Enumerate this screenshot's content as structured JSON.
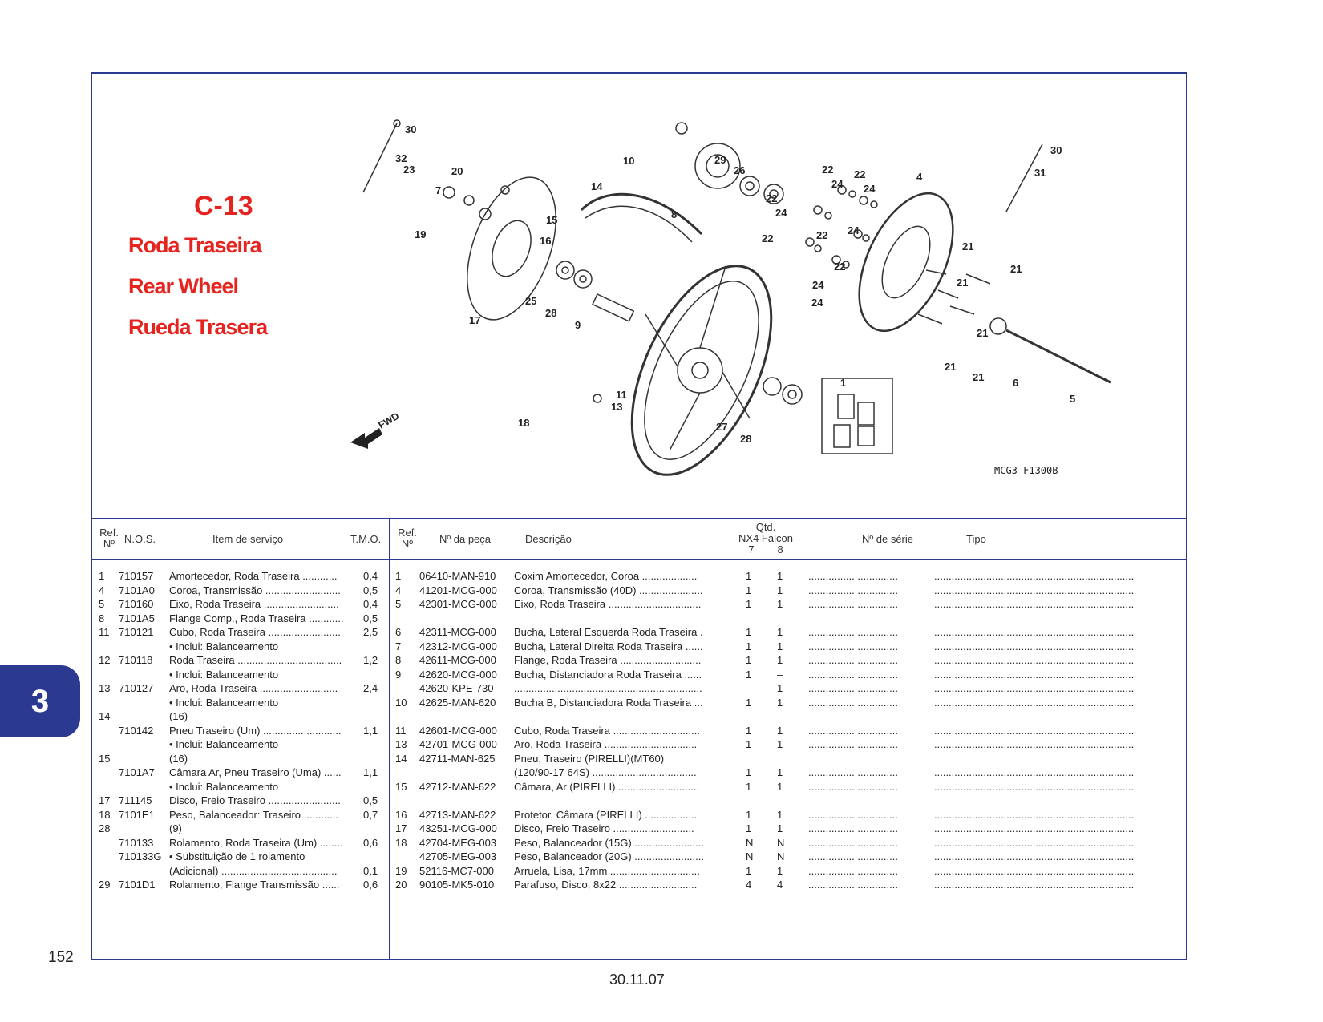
{
  "section": {
    "code": "C-13",
    "title_pt": "Roda Traseira",
    "title_en": "Rear Wheel",
    "title_es": "Rueda Trasera"
  },
  "diagram": {
    "code": "MCG3—F1300B",
    "fwd_label": "FWD",
    "callouts": [
      "30",
      "32",
      "23",
      "20",
      "7",
      "19",
      "17",
      "14",
      "15",
      "16",
      "10",
      "8",
      "29",
      "26",
      "25",
      "28",
      "9",
      "11",
      "13",
      "18",
      "27",
      "28",
      "1",
      "22",
      "24",
      "22",
      "24",
      "22",
      "24",
      "24",
      "22",
      "22",
      "22",
      "24",
      "24",
      "4",
      "30",
      "31",
      "21",
      "21",
      "21",
      "21",
      "21",
      "21",
      "6",
      "5"
    ]
  },
  "left_table": {
    "headers": {
      "ref": "Ref.",
      "ref_no": "Nº",
      "nos": "N.O.S.",
      "item": "Item de serviço",
      "tmo": "T.M.O."
    },
    "rows": [
      {
        "ref": "1",
        "nos": "710157",
        "item": "Amortecedor, Roda Traseira ............",
        "tmo": "0,4"
      },
      {
        "ref": "4",
        "nos": "7101A0",
        "item": "Coroa, Transmissão ..........................",
        "tmo": "0,5"
      },
      {
        "ref": "5",
        "nos": "710160",
        "item": "Eixo, Roda Traseira ..........................",
        "tmo": "0,4"
      },
      {
        "ref": "8",
        "nos": "7101A5",
        "item": "Flange Comp., Roda Traseira ............",
        "tmo": "0,5"
      },
      {
        "ref": "11",
        "nos": "710121",
        "item": "Cubo, Roda Traseira .........................",
        "tmo": "2,5"
      },
      {
        "ref": "",
        "nos": "",
        "item": "• Inclui: Balanceamento",
        "tmo": ""
      },
      {
        "ref": "12",
        "nos": "710118",
        "item": "Roda Traseira ....................................",
        "tmo": "1,2"
      },
      {
        "ref": "",
        "nos": "",
        "item": "• Inclui: Balanceamento",
        "tmo": ""
      },
      {
        "ref": "13",
        "nos": "710127",
        "item": "Aro, Roda Traseira ...........................",
        "tmo": "2,4"
      },
      {
        "ref": "",
        "nos": "",
        "item": "• Inclui: Balanceamento",
        "tmo": ""
      },
      {
        "ref": "14",
        "nos": "",
        "item": "(16)",
        "tmo": ""
      },
      {
        "ref": "",
        "nos": "710142",
        "item": "Pneu Traseiro (Um) ...........................",
        "tmo": "1,1"
      },
      {
        "ref": "",
        "nos": "",
        "item": "• Inclui: Balanceamento",
        "tmo": ""
      },
      {
        "ref": "15",
        "nos": "",
        "item": "(16)",
        "tmo": ""
      },
      {
        "ref": "",
        "nos": "7101A7",
        "item": "Câmara Ar, Pneu Traseiro (Uma) ......",
        "tmo": "1,1"
      },
      {
        "ref": "",
        "nos": "",
        "item": "• Inclui: Balanceamento",
        "tmo": ""
      },
      {
        "ref": "17",
        "nos": "711145",
        "item": "Disco, Freio Traseiro .........................",
        "tmo": "0,5"
      },
      {
        "ref": "18",
        "nos": "7101E1",
        "item": "Peso, Balanceador: Traseiro ............",
        "tmo": "0,7"
      },
      {
        "ref": "28",
        "nos": "",
        "item": "(9)",
        "tmo": ""
      },
      {
        "ref": "",
        "nos": "710133",
        "item": "Rolamento, Roda Traseira (Um) ........",
        "tmo": "0,6"
      },
      {
        "ref": "",
        "nos": "710133G",
        "item": "• Substituição de 1 rolamento",
        "tmo": ""
      },
      {
        "ref": "",
        "nos": "",
        "item": "(Adicional) ........................................",
        "tmo": "0,1"
      },
      {
        "ref": "29",
        "nos": "7101D1",
        "item": "Rolamento, Flange Transmissão ......",
        "tmo": "0,6"
      }
    ]
  },
  "right_table": {
    "headers": {
      "ref": "Ref.",
      "ref_no": "Nº",
      "part": "Nº da peça",
      "desc": "Descrição",
      "qtd": "Qtd.",
      "models": "NX4 Falcon",
      "col7": "7",
      "col8": "8",
      "serial": "Nº de série",
      "tipo": "Tipo"
    },
    "rows": [
      {
        "ref": "1",
        "part": "06410-MAN-910",
        "desc": "Coxim Amortecedor, Coroa ...................",
        "q7": "1",
        "q8": "1",
        "serial": "................   ..............",
        "tipo": "....................................................................."
      },
      {
        "ref": "4",
        "part": "41201-MCG-000",
        "desc": "Coroa, Transmissão (40D) ......................",
        "q7": "1",
        "q8": "1",
        "serial": "................   ..............",
        "tipo": "....................................................................."
      },
      {
        "ref": "5",
        "part": "42301-MCG-000",
        "desc": "Eixo, Roda Traseira ................................",
        "q7": "1",
        "q8": "1",
        "serial": "................   ..............",
        "tipo": "....................................................................."
      },
      {
        "ref": "",
        "part": "",
        "desc": "",
        "q7": "",
        "q8": "",
        "serial": "",
        "tipo": ""
      },
      {
        "ref": "6",
        "part": "42311-MCG-000",
        "desc": "Bucha, Lateral Esquerda Roda Traseira .",
        "q7": "1",
        "q8": "1",
        "serial": "................   ..............",
        "tipo": "....................................................................."
      },
      {
        "ref": "7",
        "part": "42312-MCG-000",
        "desc": "Bucha, Lateral Direita Roda Traseira ......",
        "q7": "1",
        "q8": "1",
        "serial": "................   ..............",
        "tipo": "....................................................................."
      },
      {
        "ref": "8",
        "part": "42611-MCG-000",
        "desc": "Flange, Roda Traseira ............................",
        "q7": "1",
        "q8": "1",
        "serial": "................   ..............",
        "tipo": "....................................................................."
      },
      {
        "ref": "9",
        "part": "42620-MCG-000",
        "desc": "Bucha, Distanciadora Roda Traseira ......",
        "q7": "1",
        "q8": "–",
        "serial": "................   ..............",
        "tipo": "....................................................................."
      },
      {
        "ref": "",
        "part": "42620-KPE-730",
        "desc": ".................................................................",
        "q7": "–",
        "q8": "1",
        "serial": "................   ..............",
        "tipo": "....................................................................."
      },
      {
        "ref": "10",
        "part": "42625-MAN-620",
        "desc": "Bucha B, Distanciadora Roda Traseira ...",
        "q7": "1",
        "q8": "1",
        "serial": "................   ..............",
        "tipo": "....................................................................."
      },
      {
        "ref": "",
        "part": "",
        "desc": "",
        "q7": "",
        "q8": "",
        "serial": "",
        "tipo": ""
      },
      {
        "ref": "11",
        "part": "42601-MCG-000",
        "desc": "Cubo, Roda Traseira ..............................",
        "q7": "1",
        "q8": "1",
        "serial": "................   ..............",
        "tipo": "....................................................................."
      },
      {
        "ref": "13",
        "part": "42701-MCG-000",
        "desc": "Aro, Roda Traseira ................................",
        "q7": "1",
        "q8": "1",
        "serial": "................   ..............",
        "tipo": "....................................................................."
      },
      {
        "ref": "14",
        "part": "42711-MAN-625",
        "desc": "Pneu, Traseiro (PIRELLI)(MT60)",
        "q7": "",
        "q8": "",
        "serial": "",
        "tipo": ""
      },
      {
        "ref": "",
        "part": "",
        "desc": "(120/90-17 64S) ....................................",
        "q7": "1",
        "q8": "1",
        "serial": "................   ..............",
        "tipo": "....................................................................."
      },
      {
        "ref": "15",
        "part": "42712-MAN-622",
        "desc": "Câmara, Ar (PIRELLI) ............................",
        "q7": "1",
        "q8": "1",
        "serial": "................   ..............",
        "tipo": "....................................................................."
      },
      {
        "ref": "",
        "part": "",
        "desc": "",
        "q7": "",
        "q8": "",
        "serial": "",
        "tipo": ""
      },
      {
        "ref": "16",
        "part": "42713-MAN-622",
        "desc": "Protetor, Câmara (PIRELLI) ..................",
        "q7": "1",
        "q8": "1",
        "serial": "................   ..............",
        "tipo": "....................................................................."
      },
      {
        "ref": "17",
        "part": "43251-MCG-000",
        "desc": "Disco, Freio Traseiro ............................",
        "q7": "1",
        "q8": "1",
        "serial": "................   ..............",
        "tipo": "....................................................................."
      },
      {
        "ref": "18",
        "part": "42704-MEG-003",
        "desc": "Peso, Balanceador (15G) ........................",
        "q7": "N",
        "q8": "N",
        "serial": "................   ..............",
        "tipo": "....................................................................."
      },
      {
        "ref": "",
        "part": "42705-MEG-003",
        "desc": "Peso, Balanceador (20G) ........................",
        "q7": "N",
        "q8": "N",
        "serial": "................   ..............",
        "tipo": "....................................................................."
      },
      {
        "ref": "19",
        "part": "52116-MC7-000",
        "desc": "Arruela, Lisa, 17mm ...............................",
        "q7": "1",
        "q8": "1",
        "serial": "................   ..............",
        "tipo": "....................................................................."
      },
      {
        "ref": "20",
        "part": "90105-MK5-010",
        "desc": "Parafuso, Disco, 8x22 ...........................",
        "q7": "4",
        "q8": "4",
        "serial": "................   ..............",
        "tipo": "....................................................................."
      }
    ]
  },
  "chapter_tab": "3",
  "page_number": "152",
  "date": "30.11.07",
  "colors": {
    "accent_blue": "#2b3990",
    "title_red": "#e52420"
  }
}
